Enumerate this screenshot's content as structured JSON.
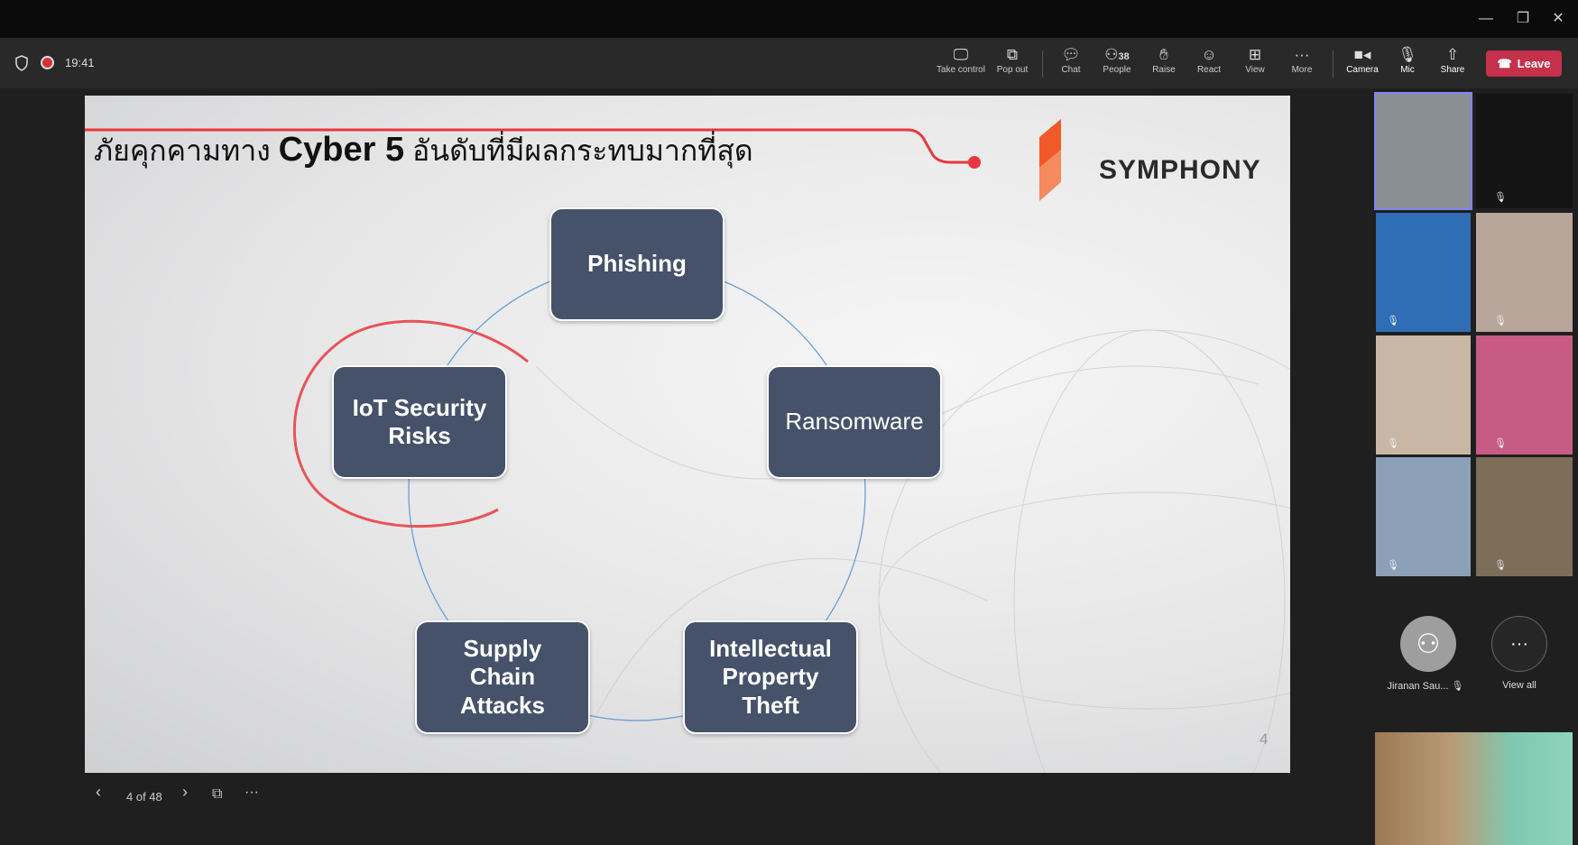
{
  "window": {
    "minimize": "—",
    "restore": "❐",
    "close": "✕"
  },
  "meeting": {
    "time": "19:41"
  },
  "toolbar": {
    "take_control": "Take control",
    "pop_out": "Pop out",
    "chat": "Chat",
    "people": "People",
    "people_count": "38",
    "raise": "Raise",
    "react": "React",
    "view": "View",
    "more": "More",
    "camera": "Camera",
    "mic": "Mic",
    "share": "Share",
    "leave": "Leave"
  },
  "slide": {
    "title_pre": "ภัยคุกคามทาง ",
    "title_bold": "Cyber 5",
    "title_post": " อันดับที่มีผลกระทบมากที่สุด",
    "logo": "SYMPHONY",
    "nodes": [
      "Phishing",
      "Ransomware",
      "Intellectual Property Theft",
      "Supply Chain Attacks",
      "IoT Security Risks"
    ],
    "page_number": "4",
    "colors": {
      "box": "#45526a",
      "accent": "#e8383d",
      "logo": "#f05a28"
    }
  },
  "participants": {
    "named": "Jiranan Sau...",
    "view_all": "View all"
  },
  "nav": {
    "page": "4 of 48"
  }
}
